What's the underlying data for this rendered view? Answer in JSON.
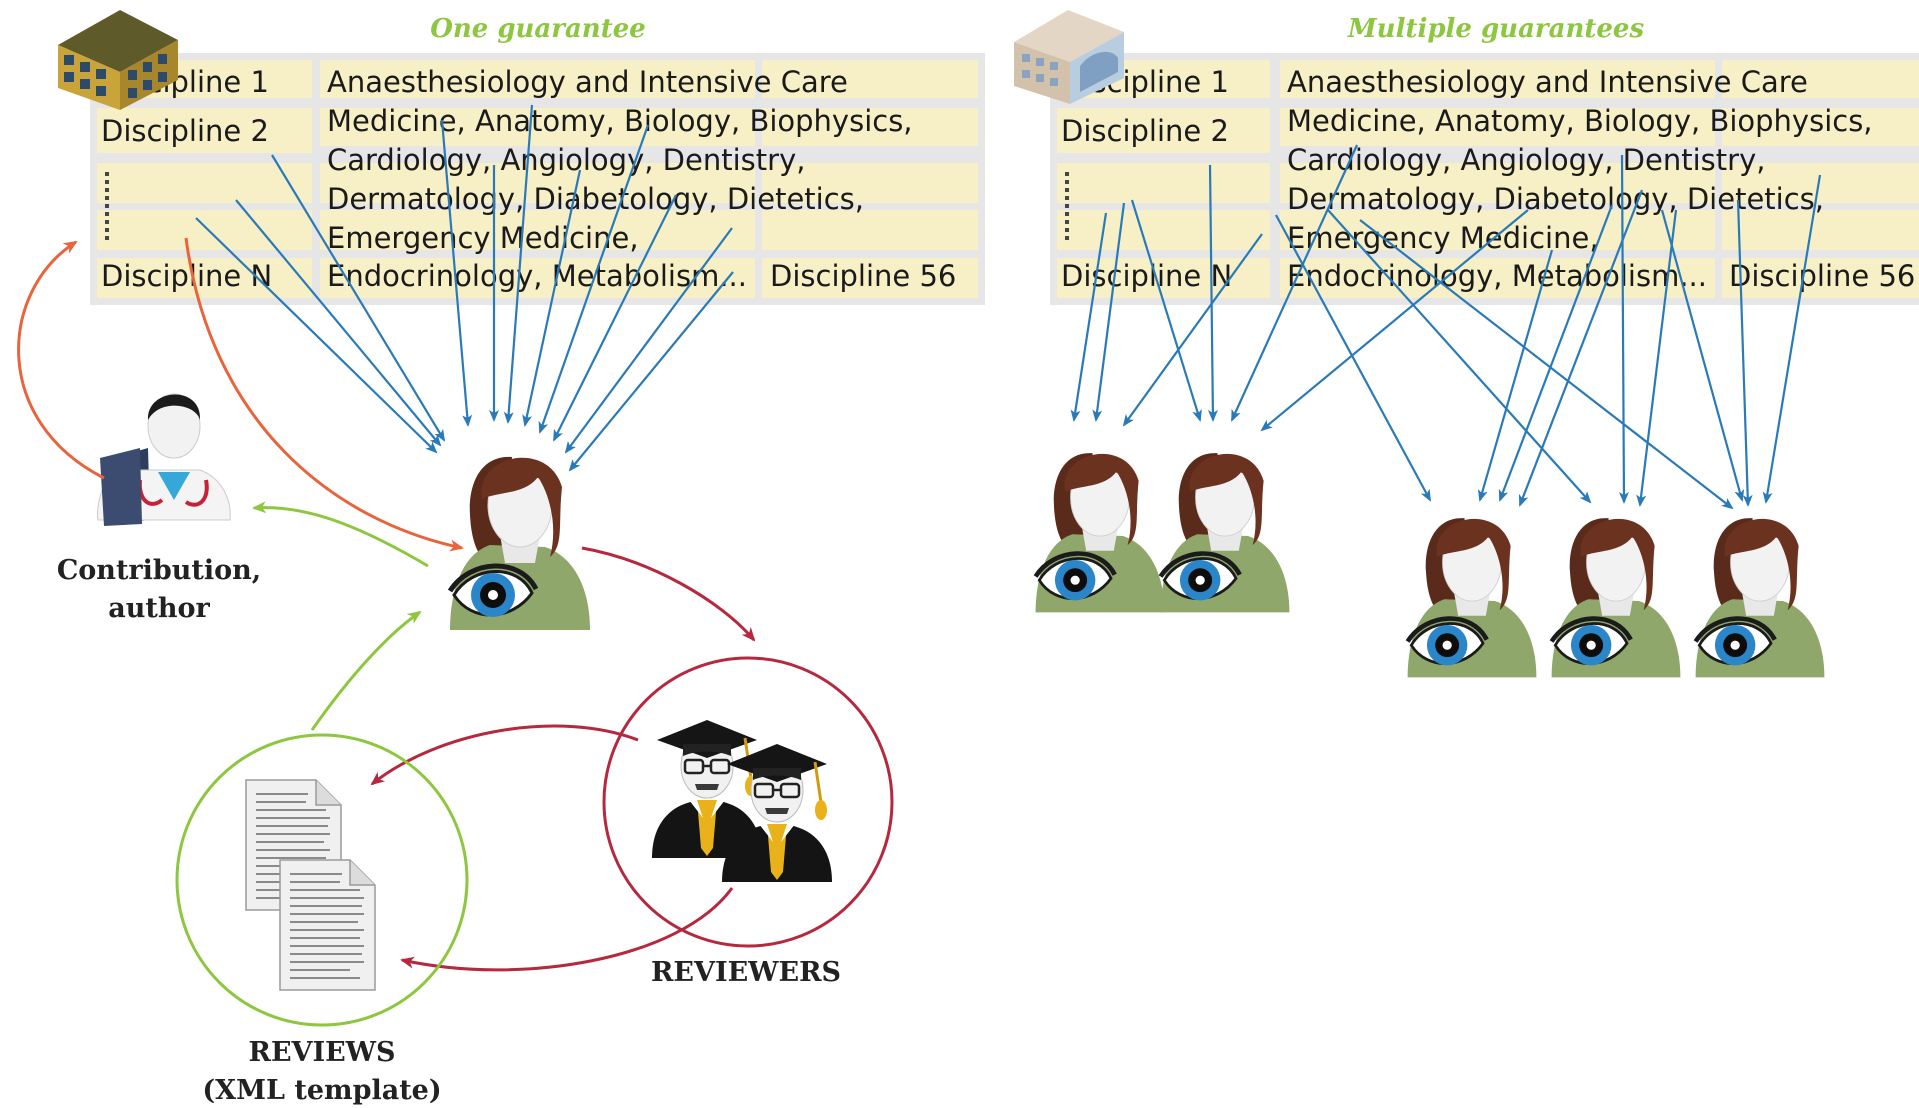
{
  "left": {
    "title": "One guarantee",
    "disciplines": [
      "Discipline 1",
      "Discipline 2",
      "Discipline N"
    ],
    "specialties": [
      "Anaesthesiology and Intensive Care",
      "Medicine, Anatomy, Biology, Biophysics,",
      "Cardiology, Angiology, Dentistry,",
      "Dermatology, Diabetology, Dietetics,",
      "Emergency Medicine,",
      "Endocrinology, Metabolism..."
    ],
    "last_discipline": "Discipline 56"
  },
  "right": {
    "title": "Multiple guarantees",
    "disciplines": [
      "Discipline 1",
      "Discipline 2",
      "Discipline N"
    ],
    "specialties": [
      "Anaesthesiology and Intensive Care",
      "Medicine, Anatomy, Biology, Biophysics,",
      "Cardiology, Angiology, Dentistry,",
      "Dermatology, Diabetology, Dietetics,",
      "Emergency Medicine,",
      "Endocrinology, Metabolism..."
    ],
    "last_discipline": "Discipline 56"
  },
  "labels": {
    "author_line1": "Contribution,",
    "author_line2": "author",
    "reviewers": "REVIEWERS",
    "reviews_line1": "REVIEWS",
    "reviews_line2": "(XML template)"
  },
  "colors": {
    "table_bg": "#f7f0c6",
    "blue_arrow": "#2a7ab8",
    "orange_arrow": "#e8643c",
    "green_arrow": "#8dc63f",
    "red_arrow": "#b5283e"
  }
}
